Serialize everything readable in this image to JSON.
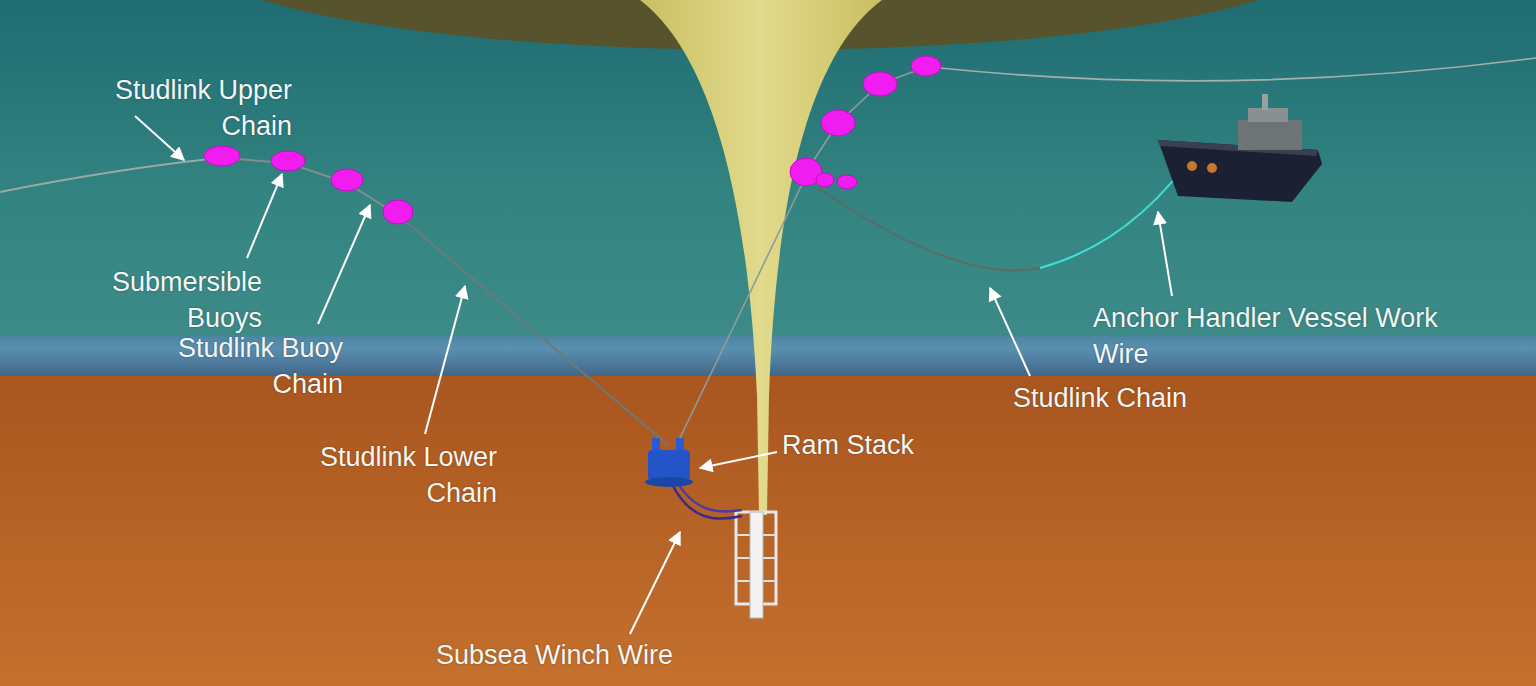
{
  "diagram": {
    "labels": [
      "Studlink Upper Chain",
      "Submersible Buoys",
      "Studlink Buoy Chain",
      "Studlink Lower Chain",
      "Ram Stack",
      "Anchor Handler Vessel Work Wire",
      "Studlink Chain",
      "Subsea Winch Wire"
    ]
  }
}
